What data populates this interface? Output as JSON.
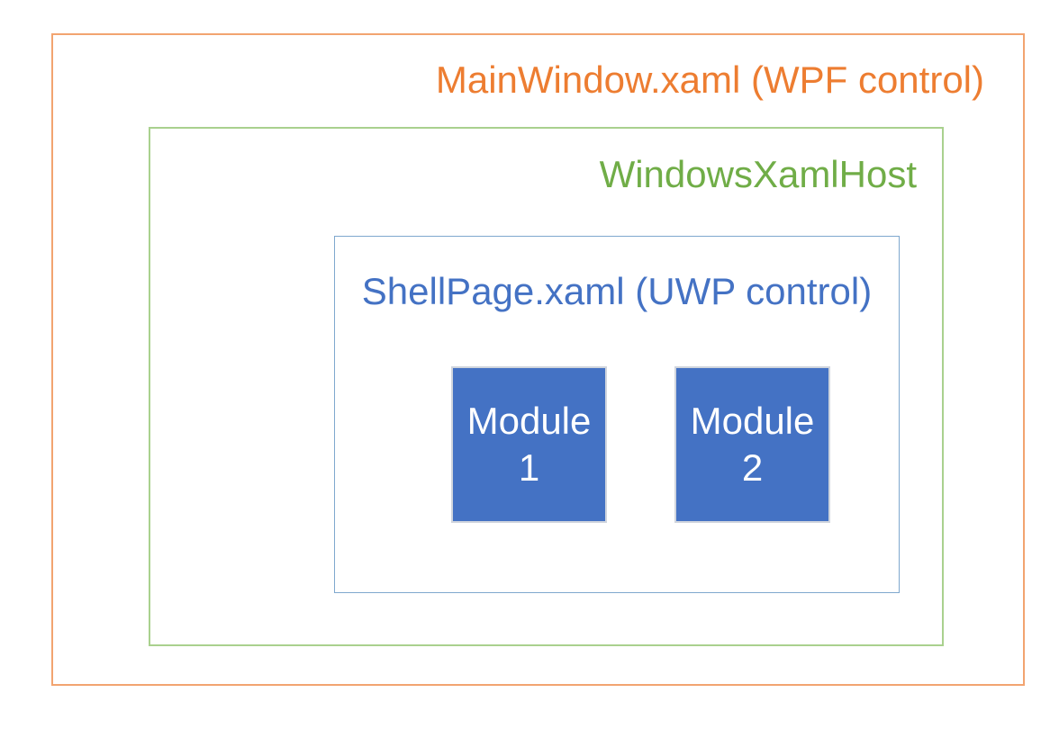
{
  "diagram": {
    "boxes": {
      "mainwindow": {
        "label": "MainWindow.xaml (WPF control)",
        "text_color": "#ED7D31",
        "border_color": "#F2A470"
      },
      "windowsxamlhost": {
        "label": "WindowsXamlHost",
        "text_color": "#70AD47",
        "border_color": "#A9D18E"
      },
      "shellpage": {
        "label": "ShellPage.xaml (UWP control)",
        "text_color": "#4472C4",
        "border_color": "#7FA8CE"
      },
      "modules": [
        {
          "label": "Module 1",
          "fill_color": "#4472C4",
          "text_color": "#FFFFFF",
          "border_color": "#D0D5DD"
        },
        {
          "label": "Module 2",
          "fill_color": "#4472C4",
          "text_color": "#FFFFFF",
          "border_color": "#D0D5DD"
        }
      ]
    }
  }
}
